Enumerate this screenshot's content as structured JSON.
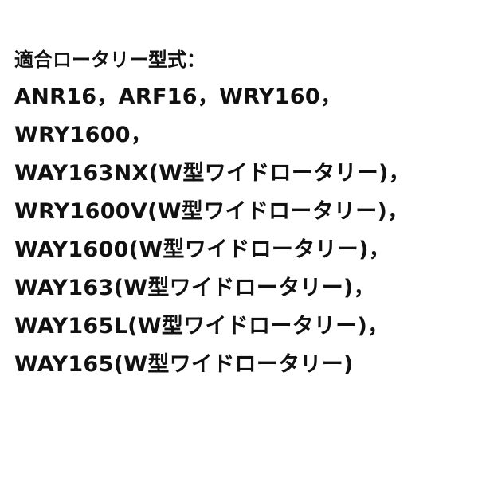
{
  "document": {
    "heading": "適合ロータリー型式：",
    "lines": [
      "ANR16，ARF16，WRY160，",
      "WRY1600，",
      "WAY163NX(W型ワイドロータリー)，",
      "WRY1600V(W型ワイドロータリー)，",
      "WAY1600(W型ワイドロータリー)，",
      "WAY163(W型ワイドロータリー)，",
      "WAY165L(W型ワイドロータリー)，",
      "WAY165(W型ワイドロータリー)"
    ]
  }
}
